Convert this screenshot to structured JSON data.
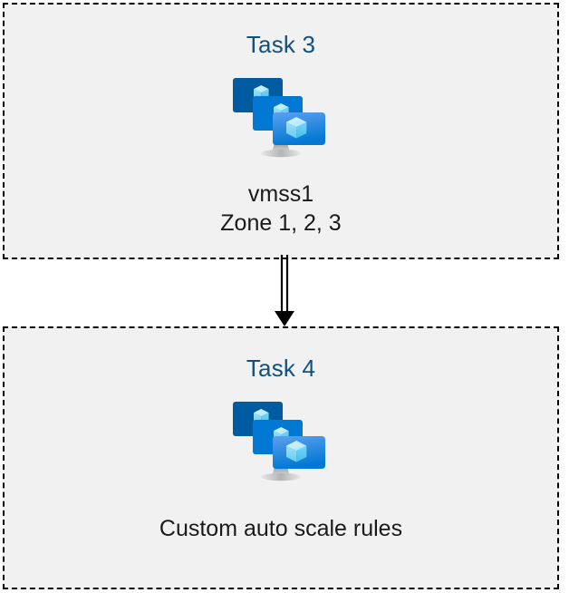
{
  "diagram": {
    "type": "flow",
    "orientation": "vertical",
    "background_color": "#ffffff",
    "node_fill_color": "#f1f1f1",
    "node_border_color": "#000000",
    "node_border_style": "dashed",
    "title_color": "#12517d",
    "caption_color": "#1a1a1a",
    "accent_color": "#0078d4"
  },
  "nodes": [
    {
      "id": "task-3",
      "title": "Task 3",
      "icon": "azure-vm-scale-set-icon",
      "caption_lines": [
        "vmss1",
        "Zone 1, 2, 3"
      ]
    },
    {
      "id": "task-4",
      "title": "Task 4",
      "icon": "azure-vm-scale-set-icon",
      "caption_lines": [
        "Custom auto scale rules"
      ]
    }
  ],
  "connectors": [
    {
      "id": "task3-to-task4",
      "from": "task-3",
      "to": "task-4",
      "style": "double-line",
      "arrowhead": "filled-triangle",
      "color": "#000000",
      "label": ""
    }
  ]
}
